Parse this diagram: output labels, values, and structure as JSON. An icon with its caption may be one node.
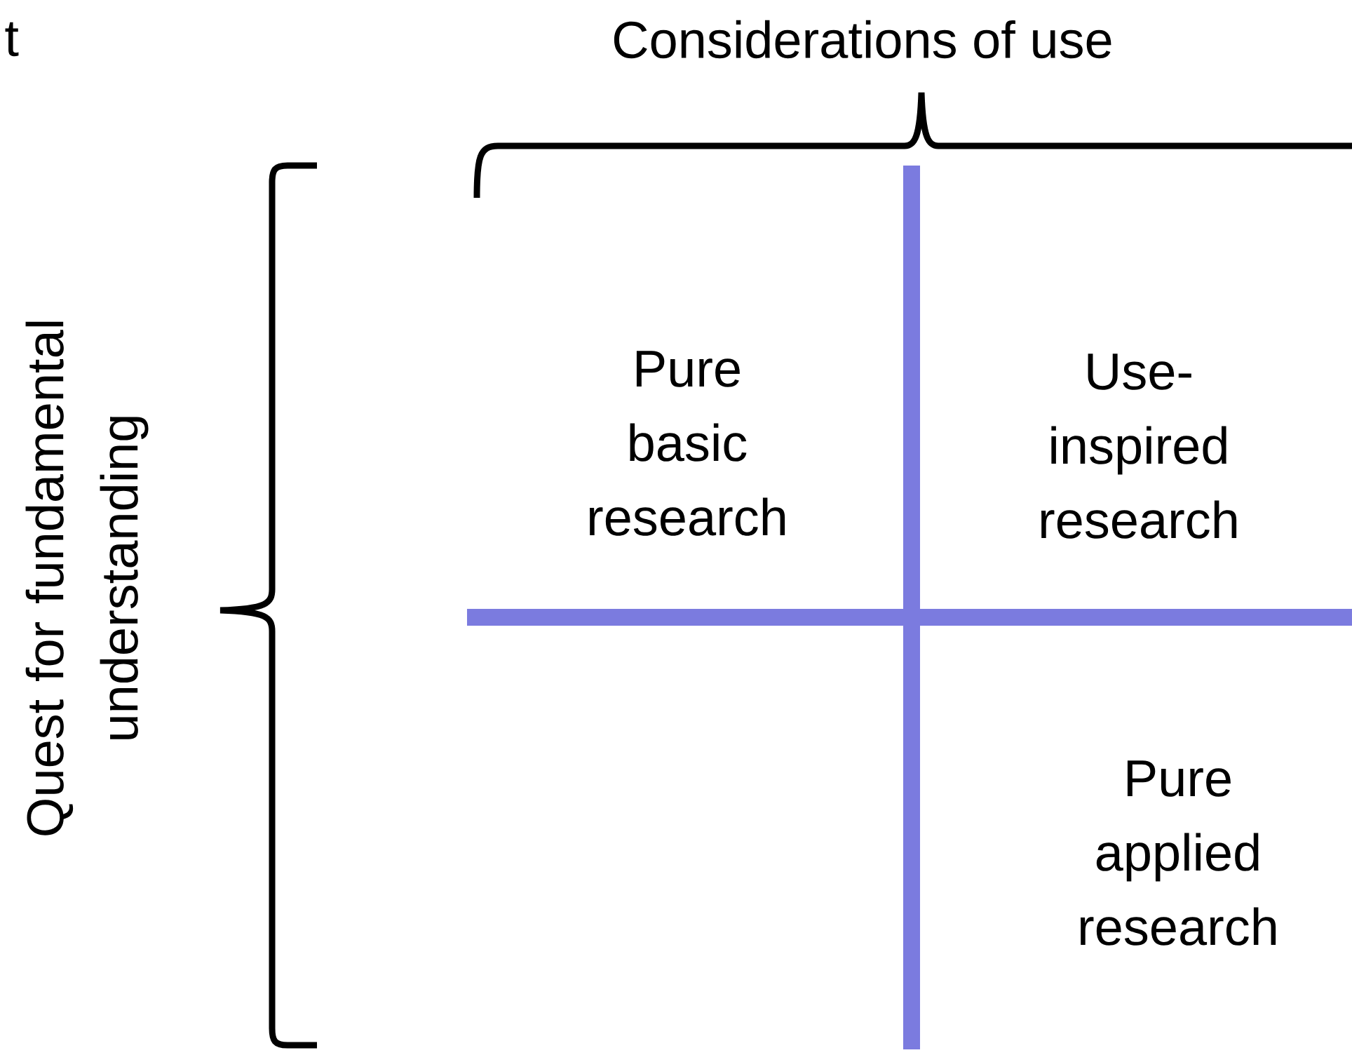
{
  "diagram": {
    "labels": [
      "t",
      "Considerations of use",
      "Quest for fundamental understanding",
      "Pure basic research",
      "Use-inspired research",
      "Pure applied research"
    ]
  }
}
